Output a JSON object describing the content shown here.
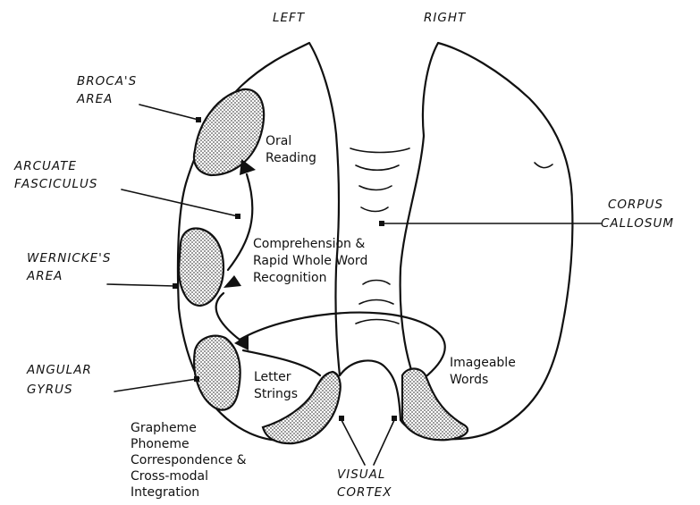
{
  "colors": {
    "ink": "#111111",
    "stipple": "#8a8a8a",
    "background": "#ffffff"
  },
  "hemispheres": {
    "left": "LEFT",
    "right": "RIGHT"
  },
  "areas": {
    "broca": [
      "BROCA'S",
      "AREA"
    ],
    "arcuate": [
      "ARCUATE",
      "FASCICULUS"
    ],
    "wernicke": [
      "WERNICKE'S",
      "AREA"
    ],
    "angular": [
      "ANGULAR",
      "GYRUS"
    ],
    "corpus": [
      "CORPUS",
      "CALLOSUM"
    ],
    "visual": [
      "VISUAL",
      "CORTEX"
    ]
  },
  "processes": {
    "oral": [
      "Oral",
      "Reading"
    ],
    "comprehension": [
      "Comprehension &",
      "Rapid Whole Word",
      "Recognition"
    ],
    "letter": [
      "Letter",
      "Strings"
    ],
    "imageable": [
      "Imageable",
      "Words"
    ],
    "grapheme": [
      "Grapheme",
      "Phoneme",
      "Correspondence &",
      "Cross-modal",
      "Integration"
    ]
  }
}
